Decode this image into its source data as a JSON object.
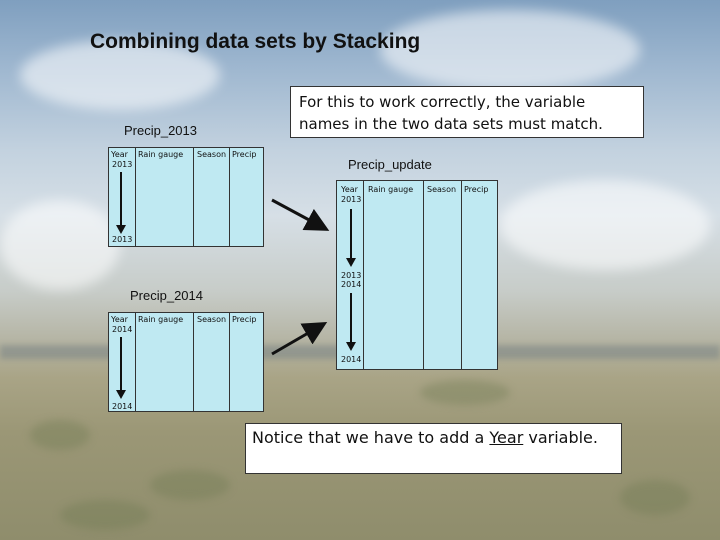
{
  "title": "Combining data sets by Stacking",
  "callout": "For this to work correctly, the variable names in the two data sets must match.",
  "notice": {
    "prefix": "Notice that we have to add a ",
    "emph": "Year",
    "suffix": " variable."
  },
  "columns": [
    "Year",
    "Rain gauge",
    "Season",
    "Precip"
  ],
  "precip_2013": {
    "label": "Precip_2013",
    "year_top": "2013",
    "year_bottom": "2013"
  },
  "precip_2014": {
    "label": "Precip_2014",
    "year_top": "2014",
    "year_bottom": "2014"
  },
  "precip_update": {
    "label": "Precip_update",
    "year_a": "2013",
    "year_b": "2013",
    "year_c": "2014",
    "year_d": "2014"
  }
}
